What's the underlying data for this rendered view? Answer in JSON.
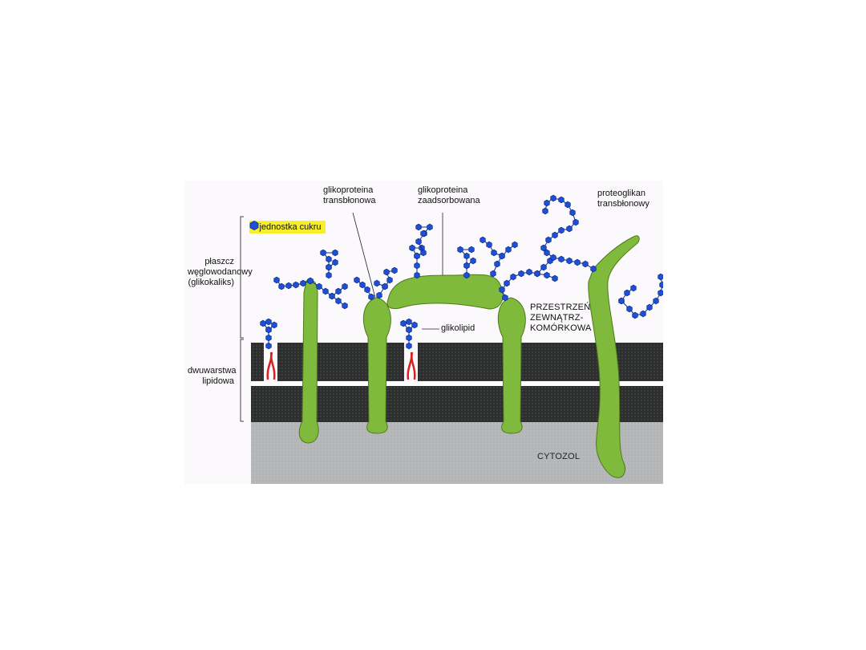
{
  "legend": {
    "symbol_color": "#1e4fd6",
    "text": "= jednostka cukru"
  },
  "labels": {
    "coat": [
      "płaszcz",
      "węglowodanowy",
      "(glikokaliks)"
    ],
    "bilayer": [
      "dwuwarstwa",
      "lipidowa"
    ],
    "transmembrane_glycoprotein": [
      "glikoproteina",
      "transbłonowa"
    ],
    "adsorbed_glycoprotein": [
      "glikoproteina",
      "zaadsorbowana"
    ],
    "transmembrane_proteoglycan": [
      "proteoglikan",
      "transbłonowy"
    ],
    "glycolipid": "glikolipid",
    "extracellular_space": [
      "PRZESTRZEŃ",
      "ZEWNĄTRZ-",
      "KOMÓRKOWA"
    ],
    "cytosol": "CYTOZOL"
  },
  "colors": {
    "protein": "#7fba3c",
    "protein_outline": "#4d7a1c",
    "sugar": "#1e4fd6",
    "membrane": "#2c2f2d",
    "cytosol": "#b7b8ba",
    "lipid_tail": "#d8201e"
  }
}
